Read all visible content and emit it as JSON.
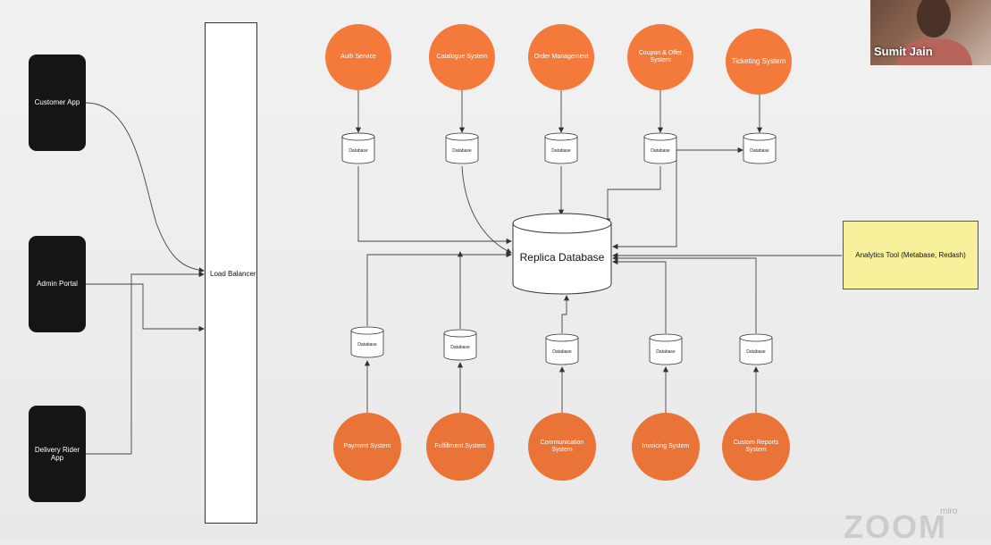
{
  "clients": [
    {
      "label": "Customer App"
    },
    {
      "label": "Admin Portal"
    },
    {
      "label": "Delivery Rider App"
    }
  ],
  "load_balancer": {
    "label": "Load Balancer"
  },
  "services_top": [
    {
      "label": "Auth Service"
    },
    {
      "label": "Catalogue System"
    },
    {
      "label": "Order Management"
    },
    {
      "label": "Coupon & Offer System"
    },
    {
      "label": "Ticketing System"
    }
  ],
  "services_bottom": [
    {
      "label": "Payment System"
    },
    {
      "label": "Fulfillment System"
    },
    {
      "label": "Communication System"
    },
    {
      "label": "Invoicing System"
    },
    {
      "label": "Custom Reports System"
    }
  ],
  "database_label": "Database",
  "replica": {
    "label": "Replica Database"
  },
  "analytics": {
    "label": "Analytics Tool (Metabase, Redash)"
  },
  "participant": {
    "name": "Sumit Jain"
  },
  "watermark": {
    "zoom": "ZOOM",
    "miro": "miro"
  },
  "colors": {
    "service": "#f47a3c",
    "client": "#151515",
    "analytics": "#f8f09a"
  },
  "icons": [
    "database-icon",
    "webcam-tile"
  ]
}
